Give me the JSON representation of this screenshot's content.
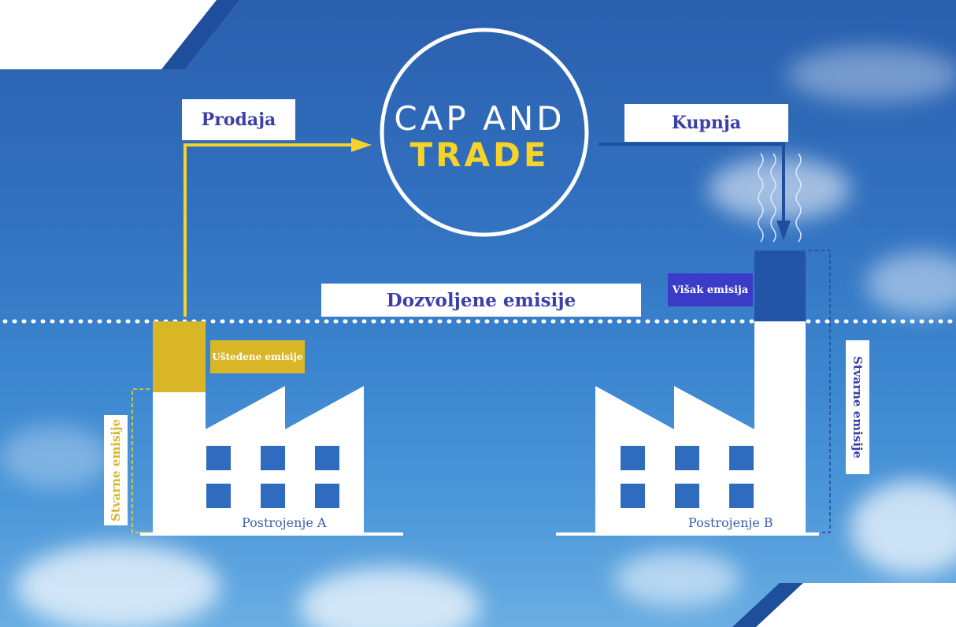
{
  "title": {
    "line1": "CAP AND",
    "line2": "TRADE"
  },
  "labels": {
    "prodaja": "Prodaja",
    "kupnja": "Kupnja",
    "dozvoljene": "Dozvoljene emisije",
    "visak": "Višak emisija",
    "ustedene": "Ušteđene emisije",
    "stvarne_a": "Stvarne emisije",
    "stvarne_b": "Stvarne emisije"
  },
  "plants": {
    "a": "Postrojenje A",
    "b": "Postrojenje B"
  },
  "colors": {
    "yellow": "#f5d32a",
    "mustard": "#d9b626",
    "navy": "#1f4f9c",
    "label_text": "#3b3fa8",
    "visak_bg": "#3a3cc8",
    "white": "#ffffff"
  }
}
